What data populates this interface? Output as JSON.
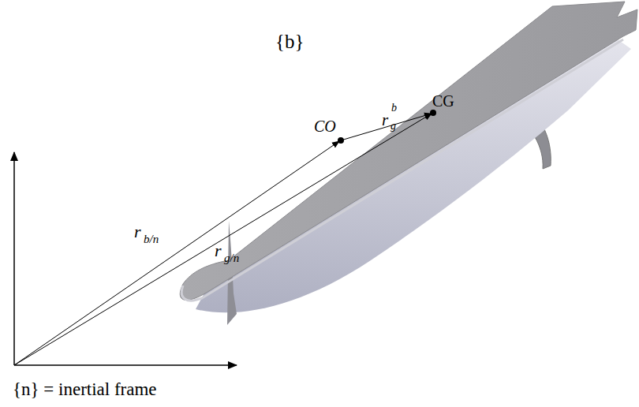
{
  "diagram": {
    "labels": [
      "{b}",
      "CO",
      "r",
      "b",
      "g",
      "CG",
      "r",
      "b/n",
      "r",
      "g/n",
      "{n} = inertial frame"
    ]
  }
}
